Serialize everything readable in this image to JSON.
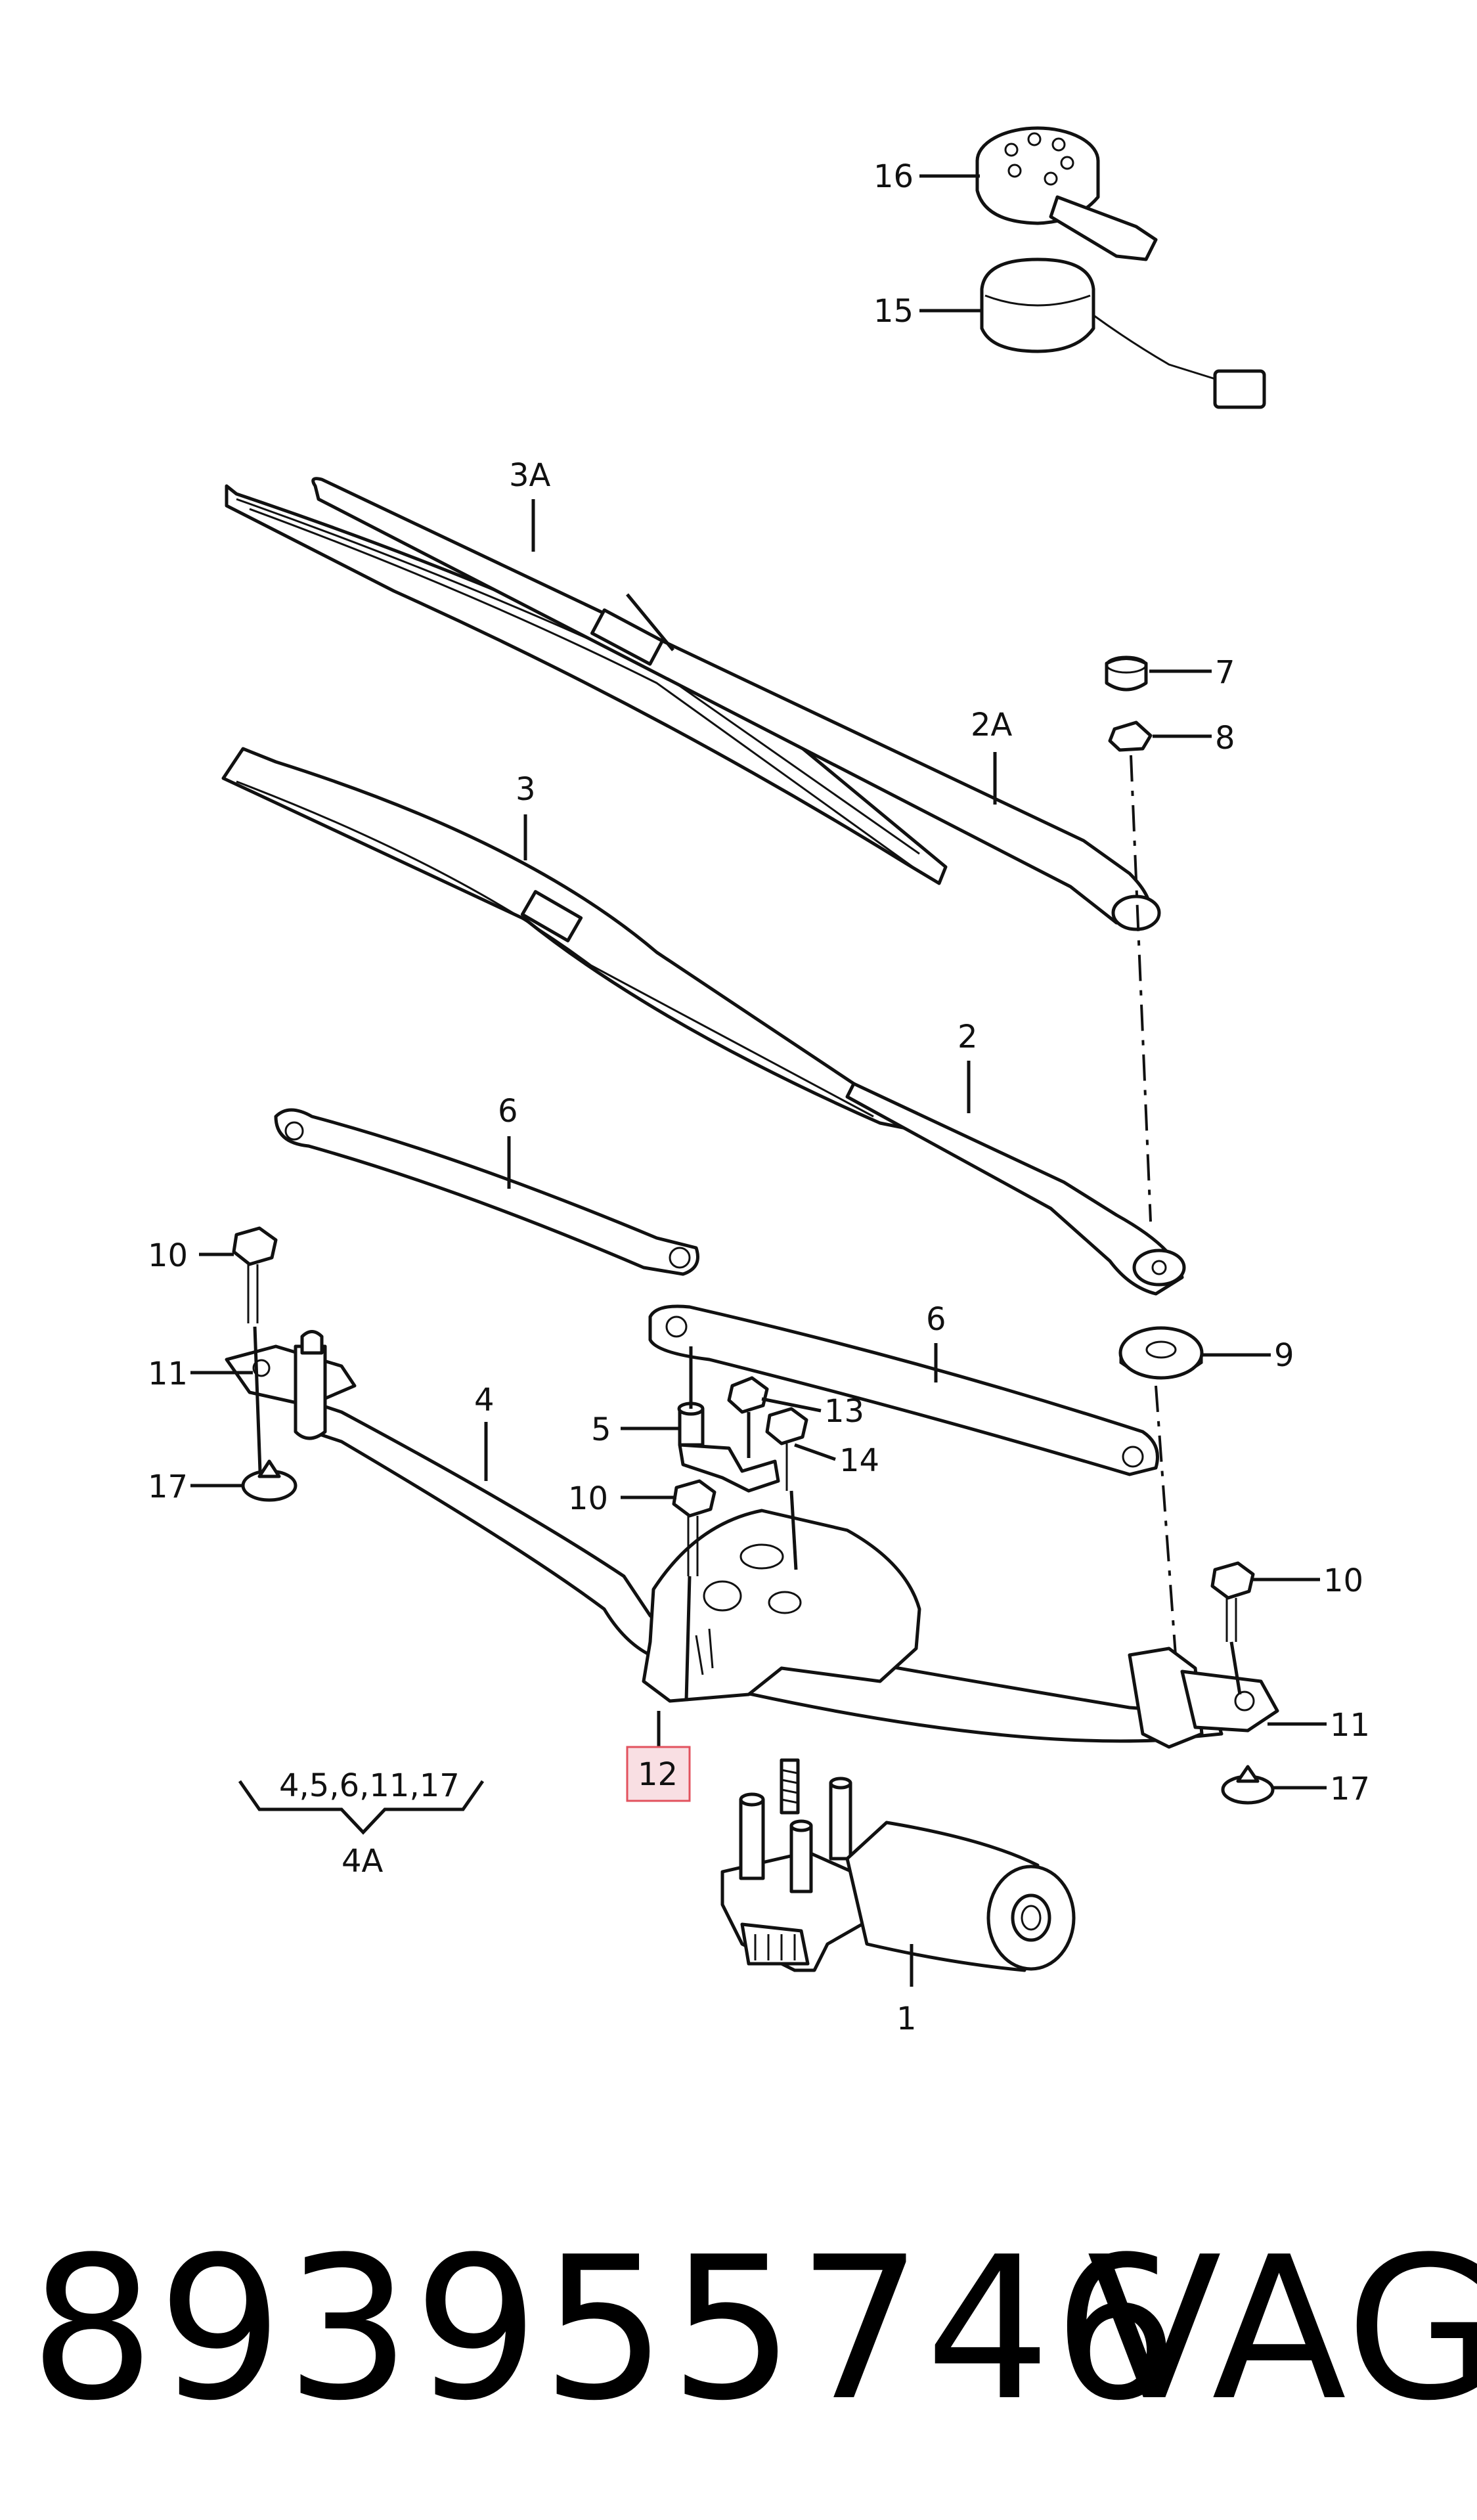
{
  "callouts": {
    "c16": "16",
    "c15": "15",
    "c3A": "3A",
    "c7": "7",
    "c8": "8",
    "c2A": "2A",
    "c3": "3",
    "c2": "2",
    "c6a": "6",
    "c6b": "6",
    "c10a": "10",
    "c11a": "11",
    "c4": "4",
    "c5": "5",
    "c13": "13",
    "c14": "14",
    "c9": "9",
    "c17a": "17",
    "c10b": "10",
    "c10c": "10",
    "c11b": "11",
    "c17b": "17",
    "c12": "12",
    "c1": "1"
  },
  "group": {
    "members": "4,5,6,11,17",
    "name": "4A"
  },
  "footer": {
    "part_number": "893955746",
    "brand": "VAG"
  },
  "colors": {
    "highlight_fill": "#f9dfe3",
    "highlight_stroke": "#e2525e"
  }
}
